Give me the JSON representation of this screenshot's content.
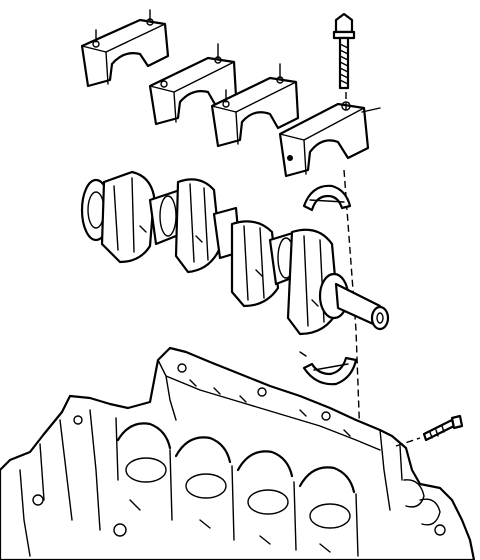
{
  "diagram": {
    "style": "monochrome line-art exploded view",
    "colors": {
      "ink": "#000000",
      "paper": "#ffffff"
    },
    "parts": [
      {
        "id": "main-bearing-cap",
        "count": 4
      },
      {
        "id": "cap-bolt",
        "count": 1
      },
      {
        "id": "upper-bearing-insert",
        "count": 1
      },
      {
        "id": "crankshaft",
        "count": 1
      },
      {
        "id": "lower-bearing-insert",
        "count": 1
      },
      {
        "id": "cylinder-block",
        "count": 1
      },
      {
        "id": "side-bolt",
        "count": 1
      }
    ],
    "labels": []
  }
}
